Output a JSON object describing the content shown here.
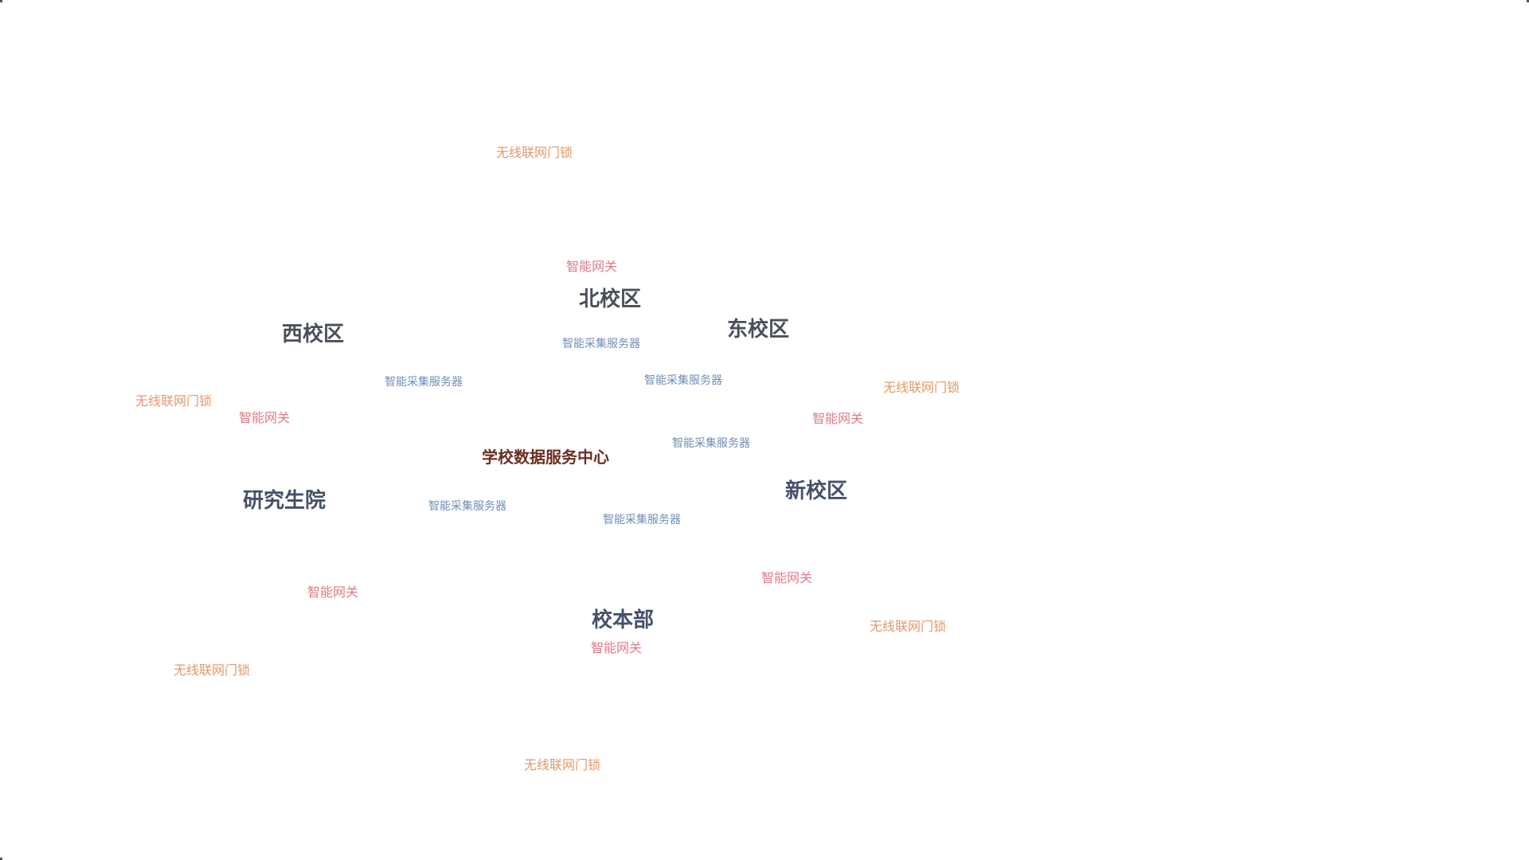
{
  "colors": {
    "root": "#6b2e22",
    "campus_dark": "#4a4f5a",
    "campus_blue": "#44516a",
    "server": "#6f8fb5",
    "gateway": "#e07a88",
    "lock": "#e0996a"
  },
  "graph": {
    "root": {
      "label": "学校数据服务中心"
    },
    "campuses": [
      {
        "id": "north",
        "label": "北校区"
      },
      {
        "id": "east",
        "label": "东校区"
      },
      {
        "id": "west",
        "label": "西校区"
      },
      {
        "id": "grad",
        "label": "研究生院"
      },
      {
        "id": "new",
        "label": "新校区"
      },
      {
        "id": "main",
        "label": "校本部"
      }
    ],
    "servers": [
      {
        "label": "智能采集服务器",
        "campus": "north"
      },
      {
        "label": "智能采集服务器",
        "campus": "west"
      },
      {
        "label": "智能采集服务器",
        "campus": "east"
      },
      {
        "label": "智能采集服务器",
        "campus": "new"
      },
      {
        "label": "智能采集服务器",
        "campus": "grad"
      },
      {
        "label": "智能采集服务器",
        "campus": "main"
      }
    ],
    "gateways": [
      {
        "label": "智能网关",
        "campus": "north"
      },
      {
        "label": "智能网关",
        "campus": "west"
      },
      {
        "label": "智能网关",
        "campus": "east"
      },
      {
        "label": "智能网关",
        "campus": "new"
      },
      {
        "label": "智能网关",
        "campus": "grad"
      },
      {
        "label": "智能网关",
        "campus": "main"
      }
    ],
    "locks": [
      {
        "label": "无线联网门锁",
        "campus": "north"
      },
      {
        "label": "无线联网门锁",
        "campus": "west"
      },
      {
        "label": "无线联网门锁",
        "campus": "east"
      },
      {
        "label": "无线联网门锁",
        "campus": "new"
      },
      {
        "label": "无线联网门锁",
        "campus": "grad"
      },
      {
        "label": "无线联网门锁",
        "campus": "main"
      }
    ]
  }
}
